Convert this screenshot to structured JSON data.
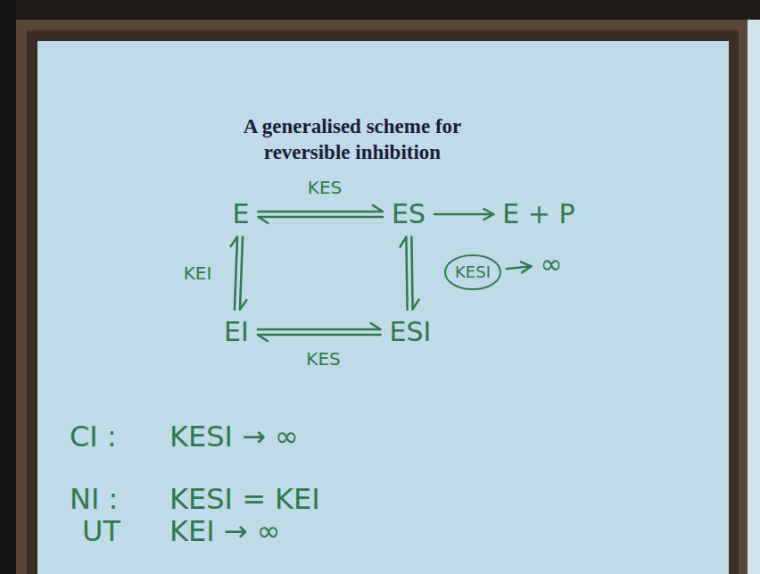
{
  "diagram": {
    "title": "A generalised scheme for reversible inhibition",
    "nodes": [
      {
        "text": [
          "E"
        ]
      },
      {
        "text": [
          "ES"
        ]
      },
      {
        "text": [
          "E + P"
        ]
      },
      {
        "text": [
          "EI"
        ]
      },
      {
        "text": [
          "ESI"
        ]
      },
      {
        "text": [
          "KESI"
        ]
      },
      {
        "text": [
          "∞"
        ]
      }
    ],
    "edges": [
      {
        "from": 0,
        "to": 1,
        "label": "KES",
        "arrow": "both"
      },
      {
        "from": 1,
        "to": 2,
        "arrow": "to"
      },
      {
        "from": 0,
        "to": 3,
        "label": "KEI",
        "arrow": "both"
      },
      {
        "from": 1,
        "to": 4,
        "arrow": "both"
      },
      {
        "from": 3,
        "to": 4,
        "label": "KES",
        "arrow": "both"
      },
      {
        "from": 5,
        "to": 6,
        "arrow": "to"
      }
    ],
    "labels": [
      "CI :",
      "KESI → ∞",
      "NI :",
      "KESI = KEI",
      "UT",
      "KEI → ∞"
    ]
  }
}
